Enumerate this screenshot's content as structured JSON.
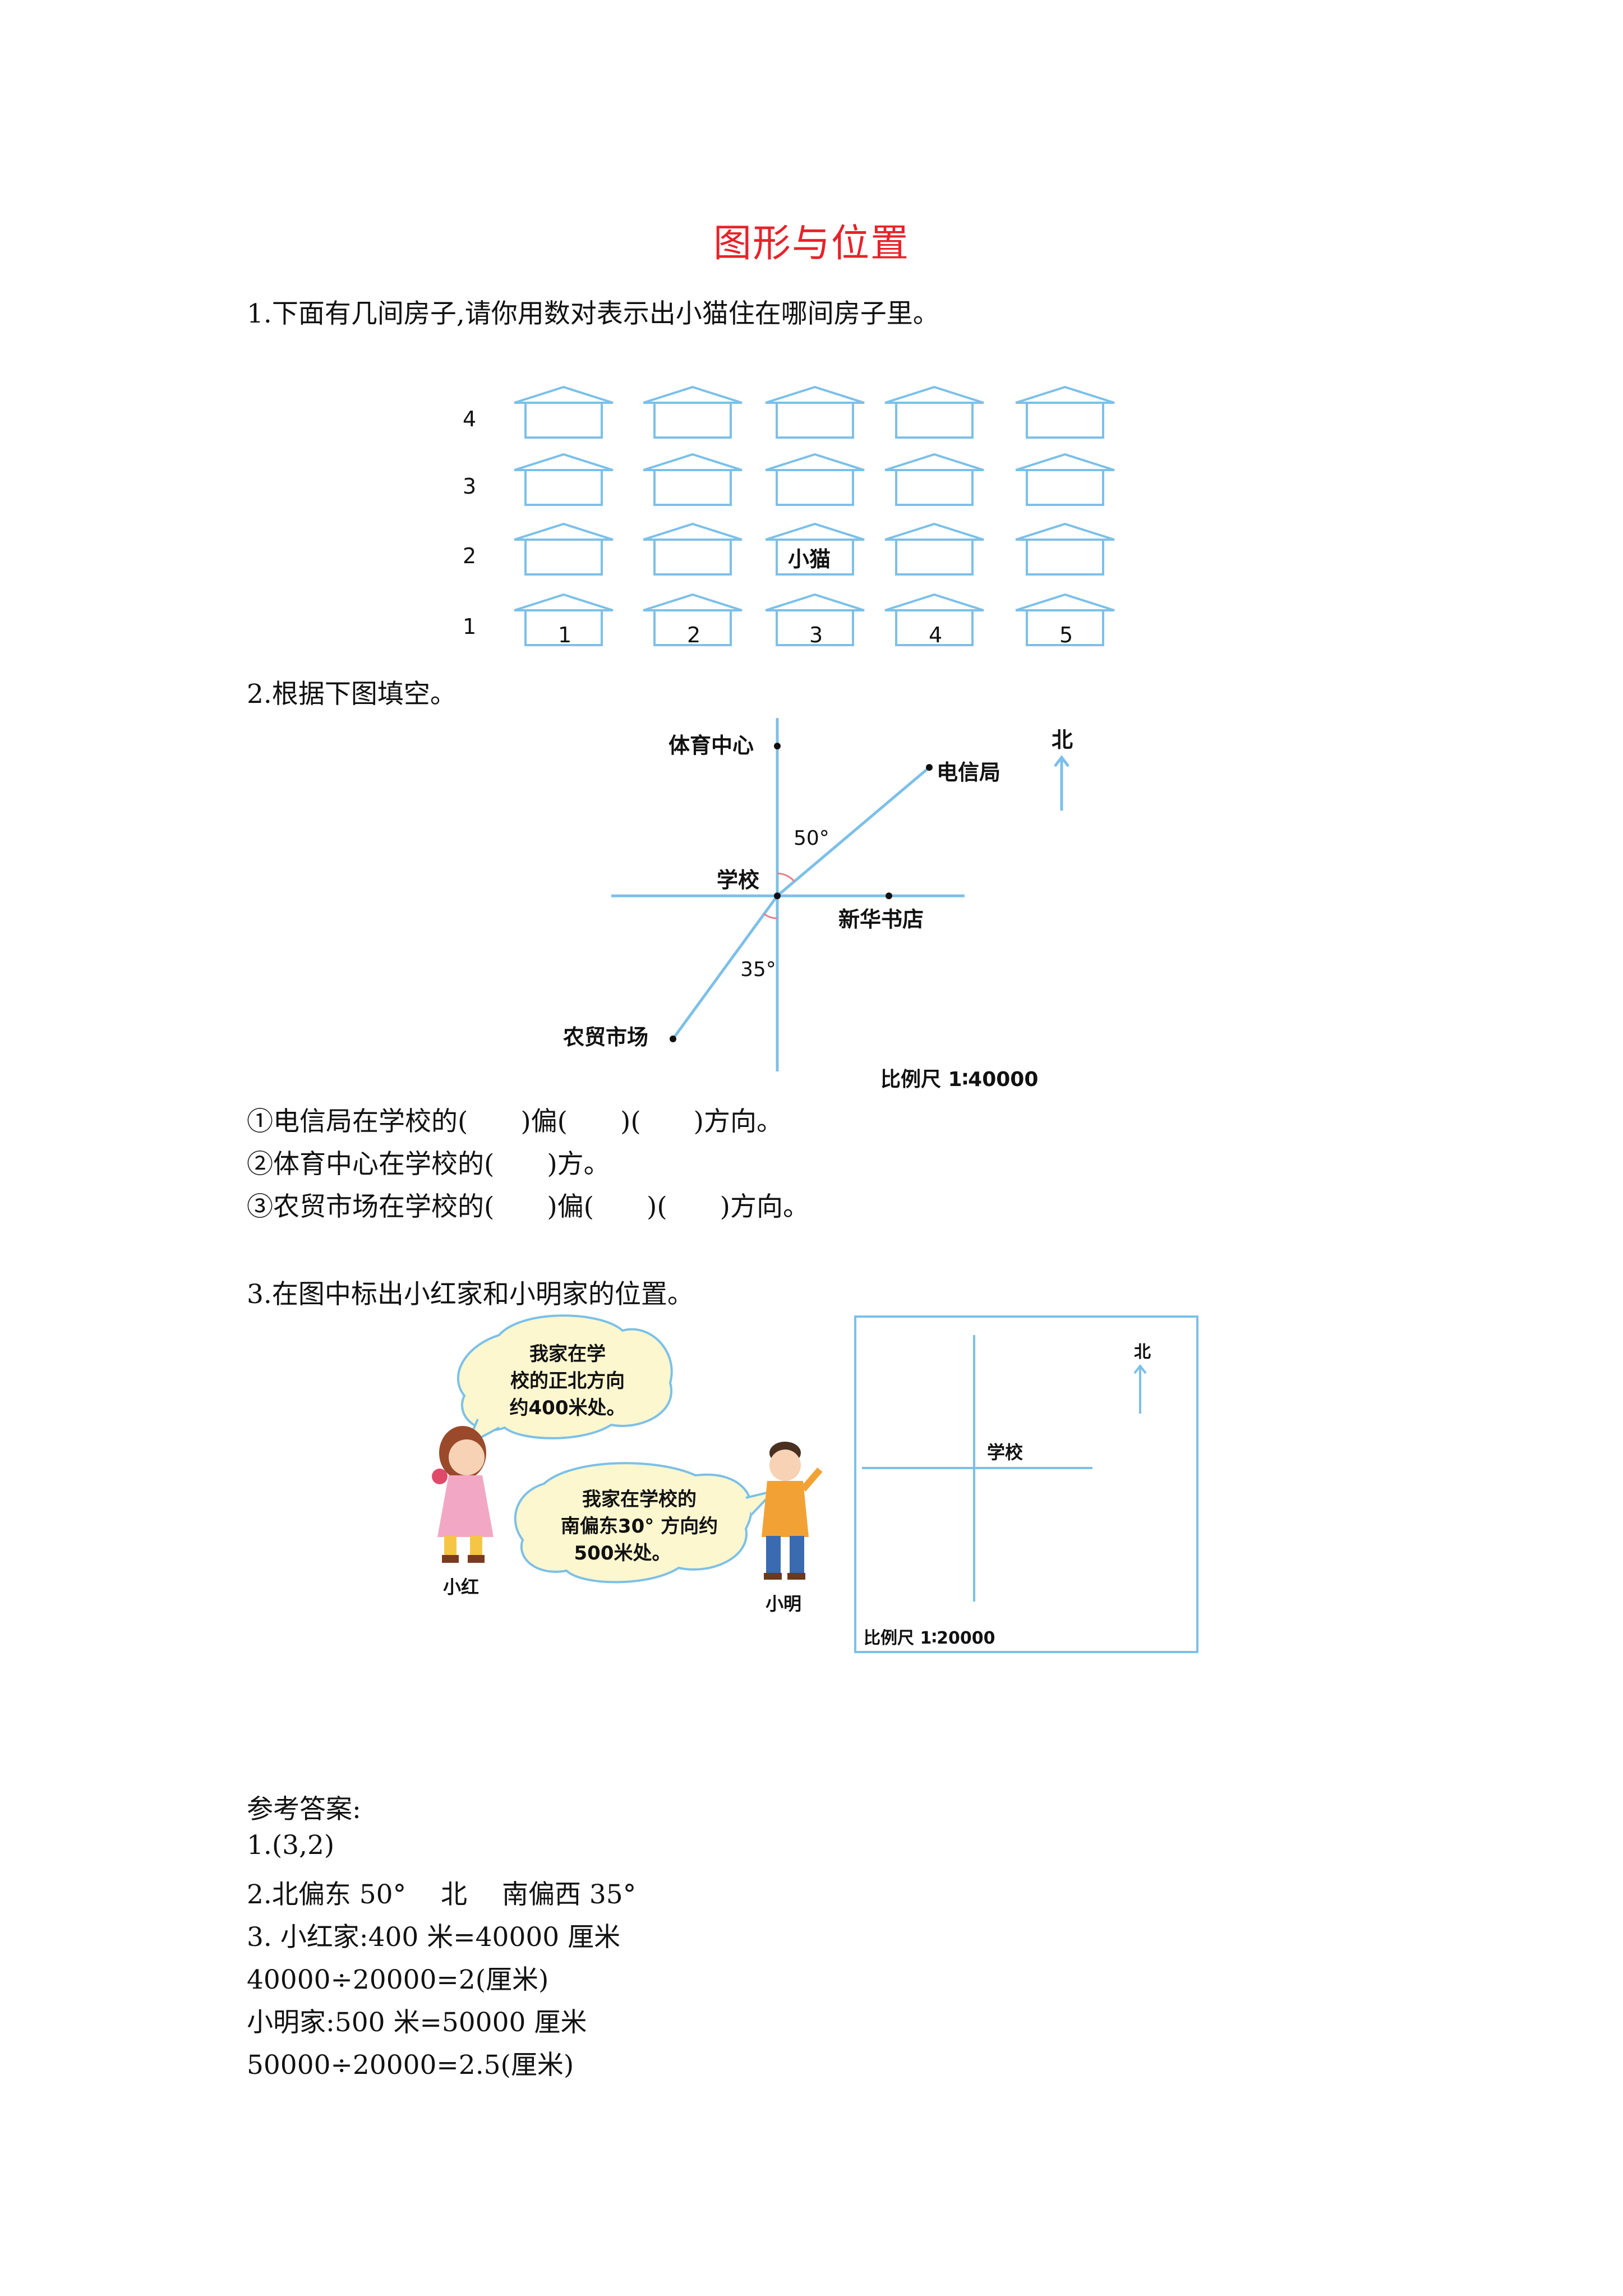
{
  "title": "图形与位置",
  "q1": {
    "text": "1.下面有几间房子,请你用数对表示出小猫住在哪间房子里。",
    "row_labels": [
      "4",
      "3",
      "2",
      "1"
    ],
    "col_labels": [
      "1",
      "2",
      "3",
      "4",
      "5"
    ],
    "cat_label": "小猫",
    "cat_position": {
      "col": 3,
      "row": 2
    }
  },
  "q2": {
    "text": "2.根据下图填空。",
    "labels": {
      "sports": "体育中心",
      "telecom": "电信局",
      "school": "学校",
      "bookstore": "新华书店",
      "market": "农贸市场",
      "north": "北",
      "angle1": "50°",
      "angle2": "35°",
      "scale": "比例尺  1∶40000"
    },
    "blanks": [
      "①电信局在学校的(　　)偏(　　)(　　)方向。",
      "②体育中心在学校的(　　)方。",
      "③农贸市场在学校的(　　)偏(　　)(　　)方向。"
    ]
  },
  "q3": {
    "text": "3.在图中标出小红家和小明家的位置。",
    "bubble1": [
      "我家在学",
      "校的正北方向",
      "约400米处。"
    ],
    "bubble2": [
      "我家在学校的",
      "南偏东30° 方向约",
      "500米处。"
    ],
    "girl_name": "小红",
    "boy_name": "小明",
    "map": {
      "school": "学校",
      "north": "北",
      "scale": "比例尺  1∶20000"
    }
  },
  "answers": {
    "heading": "参考答案:",
    "lines": [
      "1.(3,2)",
      "2.北偏东 50°　  北　 南偏西 35°",
      "3.  小红家:400 米=40000 厘米",
      "40000÷20000=2(厘米)",
      "小明家:500 米=50000 厘米",
      "50000÷20000=2.5(厘米)"
    ]
  },
  "colors": {
    "title": "#e8222a",
    "lines": "#7cc0e8",
    "arc": "#e8808a"
  }
}
